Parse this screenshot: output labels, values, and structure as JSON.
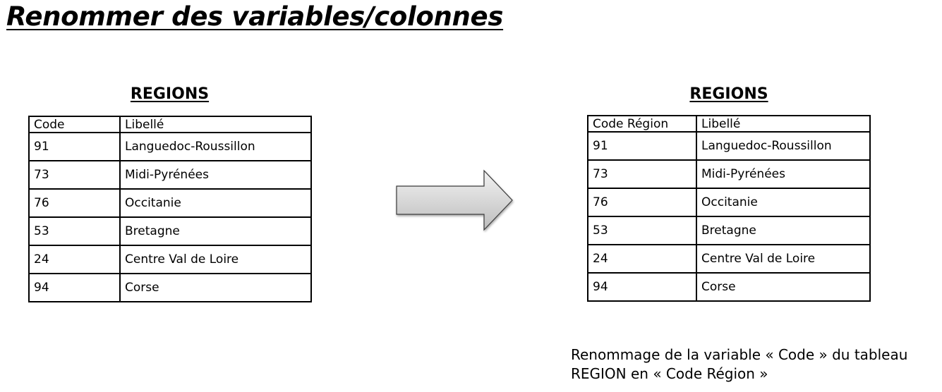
{
  "title": "Renommer des variables/colonnes",
  "left_table": {
    "title": "REGIONS",
    "headers": [
      "Code",
      "Libellé"
    ],
    "rows": [
      [
        "91",
        "Languedoc-Roussillon"
      ],
      [
        "73",
        "Midi-Pyrénées"
      ],
      [
        "76",
        "Occitanie"
      ],
      [
        "53",
        "Bretagne"
      ],
      [
        "24",
        "Centre Val de Loire"
      ],
      [
        "94",
        "Corse"
      ]
    ]
  },
  "right_table": {
    "title": "REGIONS",
    "headers": [
      "Code Région",
      "Libellé"
    ],
    "rows": [
      [
        "91",
        "Languedoc-Roussillon"
      ],
      [
        "73",
        "Midi-Pyrénées"
      ],
      [
        "76",
        "Occitanie"
      ],
      [
        "53",
        "Bretagne"
      ],
      [
        "24",
        "Centre Val de Loire"
      ],
      [
        "94",
        "Corse"
      ]
    ]
  },
  "arrow": {
    "icon": "right-arrow-icon",
    "gradient": [
      "#f2f2f2",
      "#bdbdbd"
    ]
  },
  "caption": {
    "line1": "Renommage de la variable « Code » du tableau",
    "line2": "REGION en « Code Région »"
  }
}
